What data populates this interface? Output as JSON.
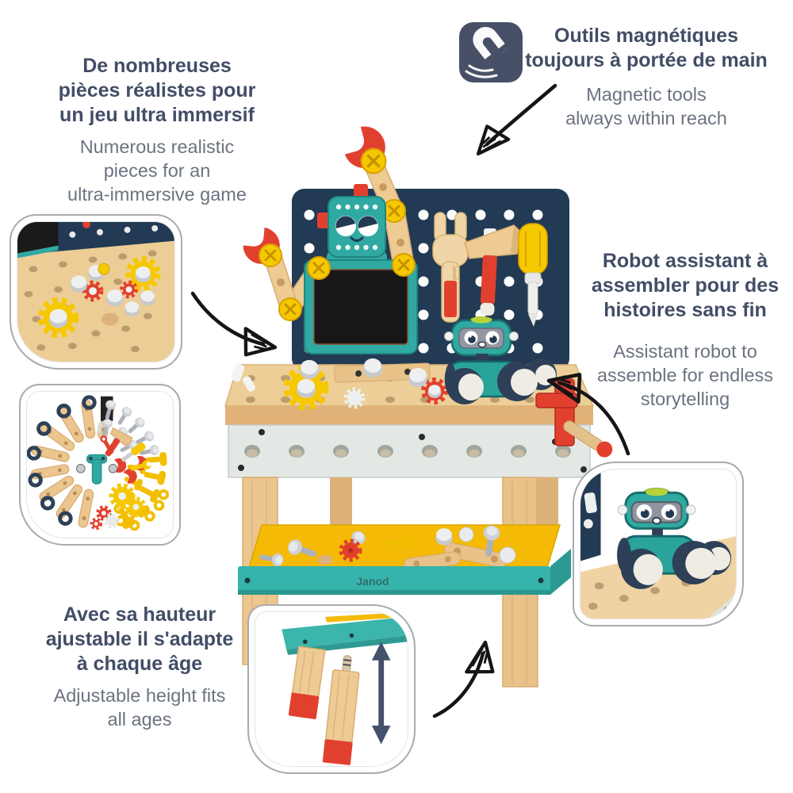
{
  "brand": {
    "shelf_logo": "Janod",
    "wrench_logo": "Janod"
  },
  "callouts": {
    "pieces": {
      "fr": [
        "De nombreuses",
        "pièces réalistes pour",
        "un jeu ultra immersif"
      ],
      "en": [
        "Numerous realistic",
        "pieces for an",
        "ultra-immersive game"
      ]
    },
    "magnetic_tools": {
      "icon": "magnet-icon",
      "fr": [
        "Outils magnétiques",
        "toujours à portée de main"
      ],
      "en": [
        "Magnetic tools",
        "always within reach"
      ]
    },
    "robot": {
      "fr": [
        "Robot assistant à",
        "assembler pour des",
        "histoires sans fin"
      ],
      "en": [
        "Assistant robot to",
        "assemble for endless",
        "storytelling"
      ]
    },
    "adjustable": {
      "fr": [
        "Avec sa hauteur",
        "ajustable il s'adapte",
        "à chaque âge"
      ],
      "en": [
        "Adjustable height fits",
        "all ages"
      ]
    }
  },
  "colors": {
    "text_primary": "#424D66",
    "text_secondary": "#6B7380",
    "magnet_icon_bg": "#475066",
    "pegboard_navy": "#223A54",
    "robot_teal": "#2FA9A2",
    "shelf_teal": "#36B3AB",
    "shelf_floor_yellow": "#F4BA05",
    "wood": "#EBC68E",
    "screw_yellow": "#F6C800",
    "accent_red": "#E2402F",
    "apron_gray": "#E4E8E4",
    "arrow_black": "#151515"
  },
  "icons": [
    "magnet-icon",
    "sketch-arrow",
    "double-arrow-icon"
  ]
}
